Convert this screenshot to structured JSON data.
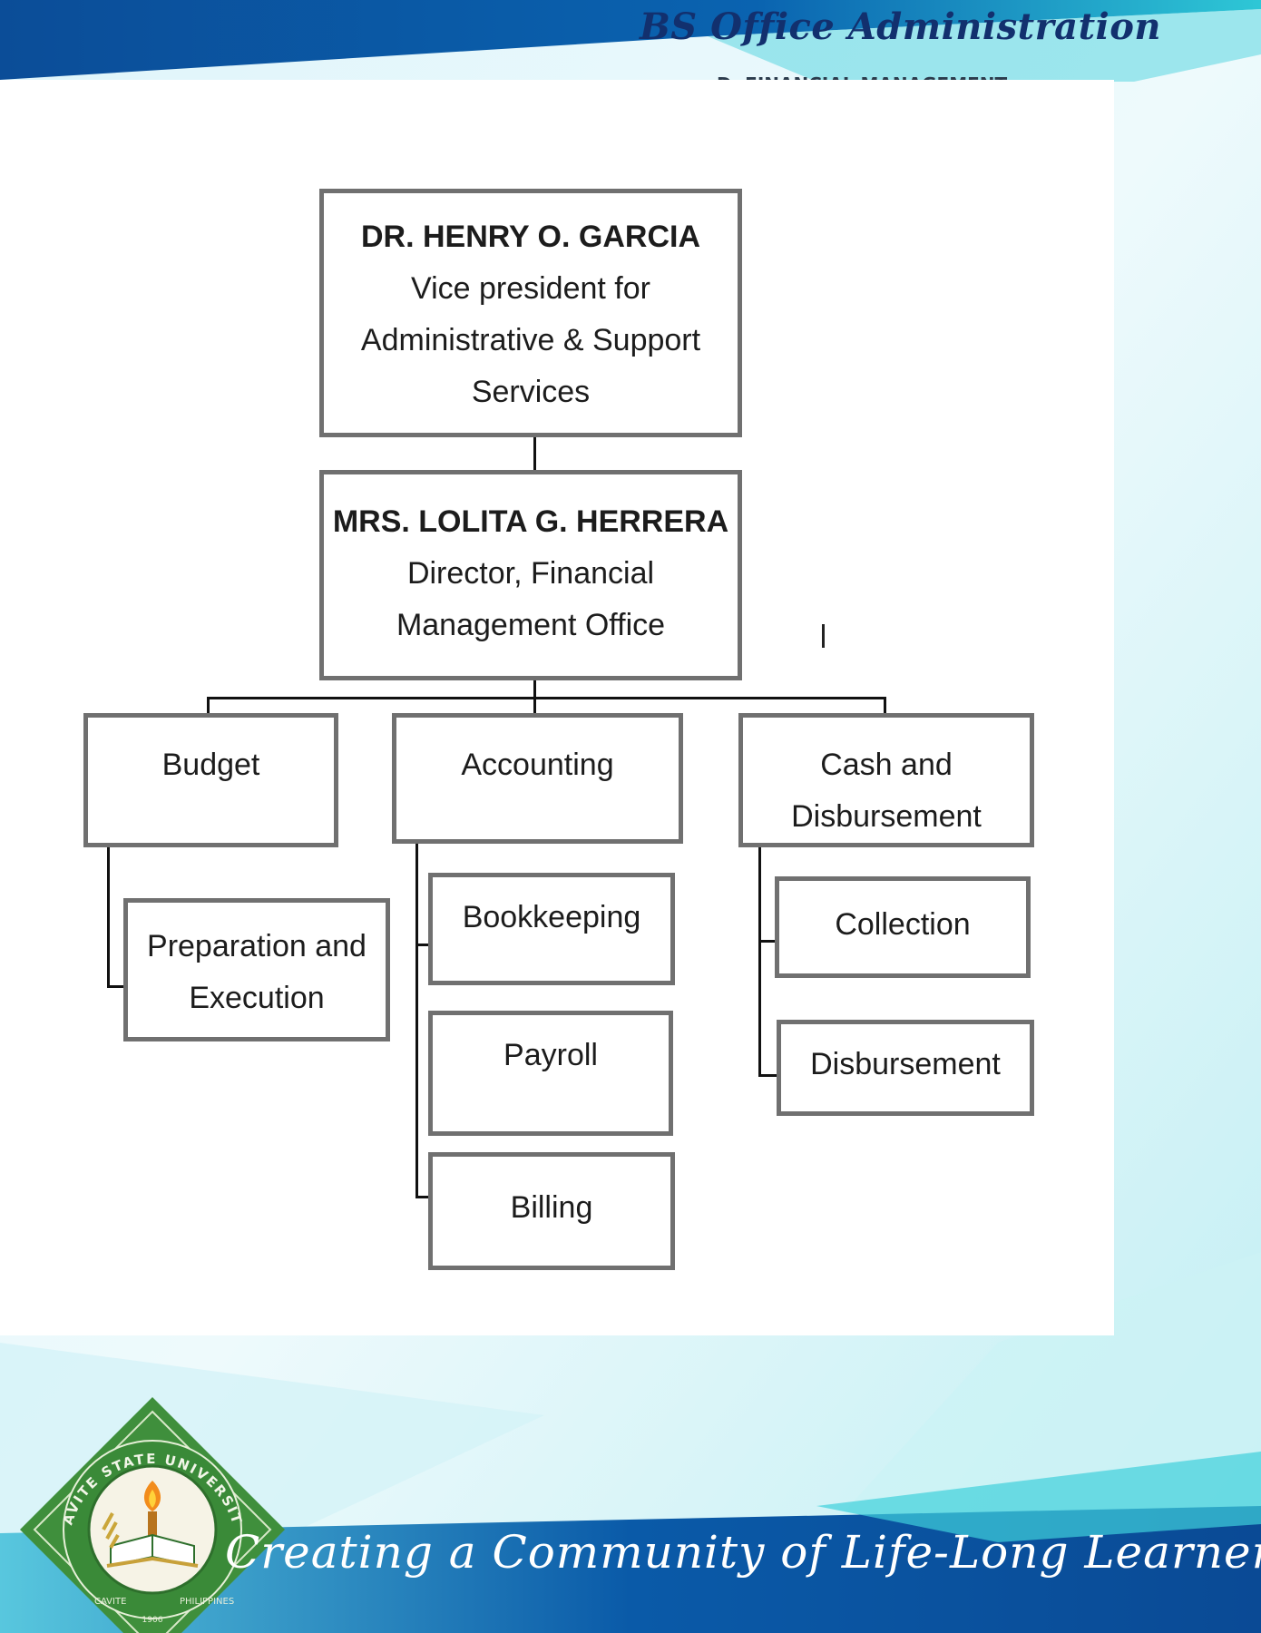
{
  "header": {
    "program_title": "BS Office Administration",
    "section_title": "D. FINANCIAL MANAGEMENT"
  },
  "org_chart": {
    "top": {
      "name": "DR. HENRY O. GARCIA",
      "role_lines": [
        "Vice president for",
        "Administrative & Support",
        "Services"
      ]
    },
    "director": {
      "name": "MRS. LOLITA G. HERRERA",
      "role_lines": [
        "Director, Financial",
        "Management Office"
      ]
    },
    "departments": [
      {
        "label_lines": [
          "Budget"
        ],
        "units": [
          {
            "label_lines": [
              "Preparation and",
              "Execution"
            ]
          }
        ]
      },
      {
        "label_lines": [
          "Accounting"
        ],
        "units": [
          {
            "label_lines": [
              "Bookkeeping"
            ]
          },
          {
            "label_lines": [
              "Payroll"
            ]
          },
          {
            "label_lines": [
              "Billing"
            ]
          }
        ]
      },
      {
        "label_lines": [
          "Cash and",
          "Disbursement"
        ],
        "units": [
          {
            "label_lines": [
              "Collection"
            ]
          },
          {
            "label_lines": [
              "Disbursement"
            ]
          }
        ]
      }
    ]
  },
  "footer": {
    "tagline": "Creating a Community of Life-Long Learners",
    "logo": {
      "ring_top_text": "CAVITE STATE UNIVERSITY",
      "ring_bottom_left": "CAVITE",
      "ring_bottom_right": "PHILIPPINES",
      "year": "1906",
      "icon": "university-seal"
    }
  },
  "colors": {
    "header_band": "#0a5aa8",
    "title_text": "#12306e",
    "node_border": "#707070",
    "footer_band": "#0a55a0",
    "seal_green": "#3f8f3c"
  }
}
